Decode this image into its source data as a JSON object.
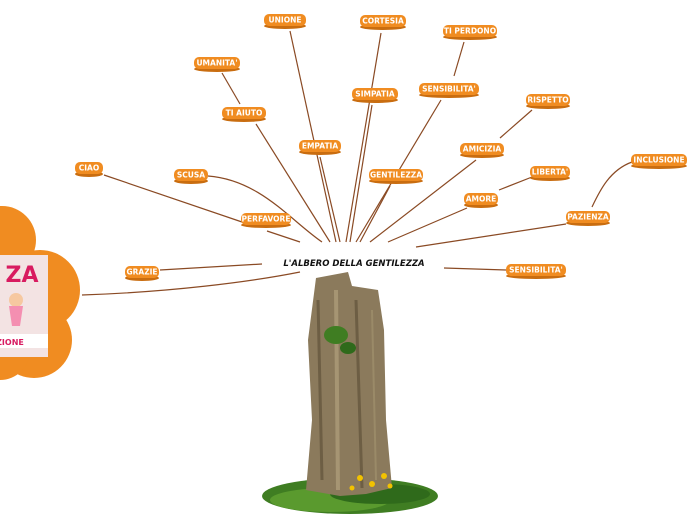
{
  "root": {
    "label": "L'ALBERO DELLA GENTILEZZA"
  },
  "nodes": [
    {
      "id": "unione",
      "label": "UNIONE"
    },
    {
      "id": "cortesia",
      "label": "CORTESIA"
    },
    {
      "id": "ti-perdono",
      "label": "TI PERDONO"
    },
    {
      "id": "umanita",
      "label": "UMANITA'"
    },
    {
      "id": "ti-aiuto",
      "label": "TI AIUTO"
    },
    {
      "id": "simpatia",
      "label": "SIMPATIA"
    },
    {
      "id": "sensibilita-1",
      "label": "SENSIBILITA'"
    },
    {
      "id": "rispetto",
      "label": "RISPETTO"
    },
    {
      "id": "empatia",
      "label": "EMPATIA"
    },
    {
      "id": "amicizia",
      "label": "AMICIZIA"
    },
    {
      "id": "ciao",
      "label": "CIAO"
    },
    {
      "id": "scusa",
      "label": "SCUSA"
    },
    {
      "id": "gentilezza",
      "label": "GENTILEZZA"
    },
    {
      "id": "liberta",
      "label": "LIBERTA'"
    },
    {
      "id": "inclusione",
      "label": "INCLUSIONE"
    },
    {
      "id": "amore",
      "label": "AMORE"
    },
    {
      "id": "perfavore",
      "label": "PERFAVORE"
    },
    {
      "id": "pazienza",
      "label": "PAZIENZA"
    },
    {
      "id": "grazie",
      "label": "GRAZIE"
    },
    {
      "id": "sensibilita-2",
      "label": "SENSIBILITA'"
    }
  ],
  "image": {
    "fragment_top": "ZA",
    "fragment_bottom": "ZIONE"
  },
  "colors": {
    "node_fill": "#f08c21",
    "node_edge": "#c96d10",
    "connector": "#8a4a24",
    "trunk": "#8b7a5c",
    "grass": "#3f7d22",
    "flower": "#f08c21"
  }
}
